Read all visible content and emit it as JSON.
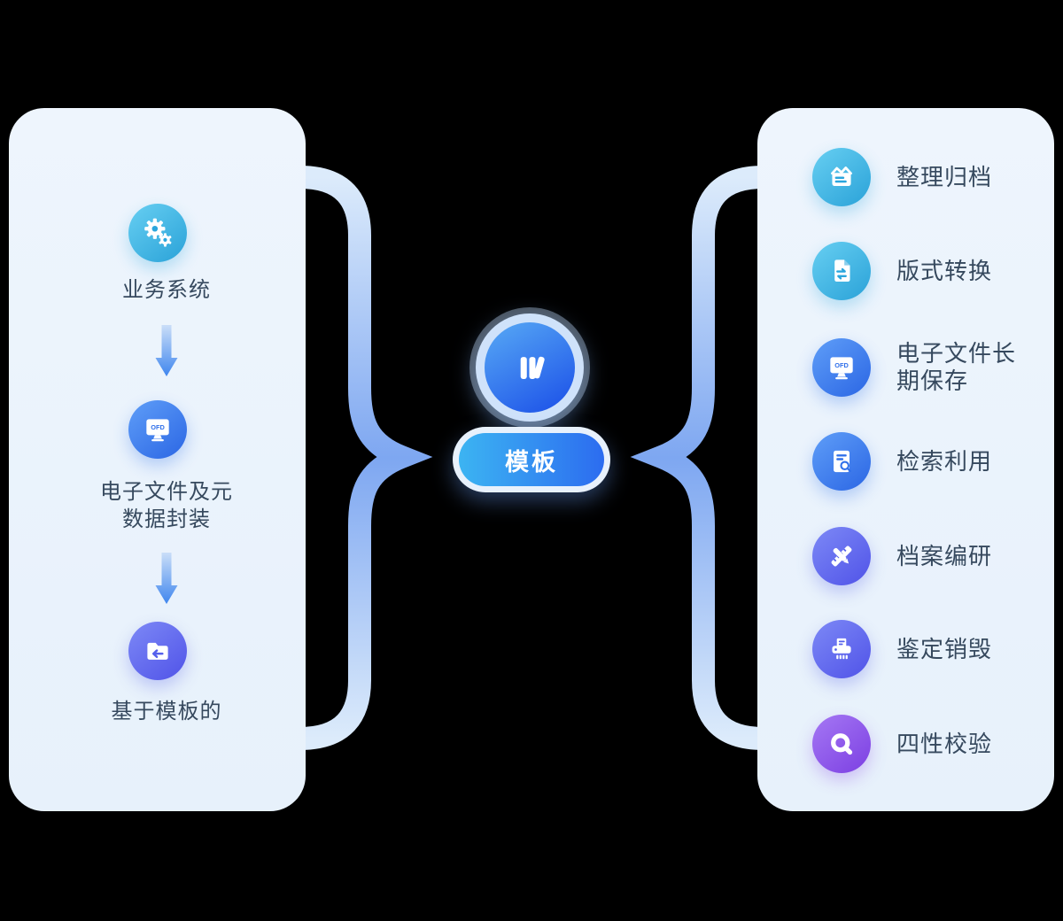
{
  "background_color": "#000000",
  "panel_color": "#eaf3fb",
  "accent_colors": {
    "cyan": "#2aa6dd",
    "blue": "#3070ea",
    "indigo": "#5560ec",
    "purple": "#8a4ae8",
    "brace": "#7ea7f1",
    "text": "#36495e"
  },
  "left_panel": {
    "steps": [
      {
        "icon": "gears-icon",
        "label": "业务系统"
      },
      {
        "icon": "ofd-monitor-icon",
        "icon_text": "OFD",
        "label": "电子文件及元数据封装"
      },
      {
        "icon": "folder-return-icon",
        "label": "基于模板的"
      }
    ]
  },
  "center": {
    "hub_icon": "library-books-icon",
    "badge_label": "模板"
  },
  "right_panel": {
    "items": [
      {
        "icon": "archive-box-icon",
        "label": "整理归档"
      },
      {
        "icon": "document-convert-icon",
        "label": "版式转换"
      },
      {
        "icon": "ofd-monitor-icon",
        "icon_text": "OFD",
        "label": "电子文件长期保存"
      },
      {
        "icon": "document-search-icon",
        "label": "检索利用"
      },
      {
        "icon": "pen-ruler-icon",
        "label": "档案编研"
      },
      {
        "icon": "shredder-icon",
        "label": "鉴定销毁"
      },
      {
        "icon": "verify-search-icon",
        "label": "四性校验"
      }
    ]
  }
}
